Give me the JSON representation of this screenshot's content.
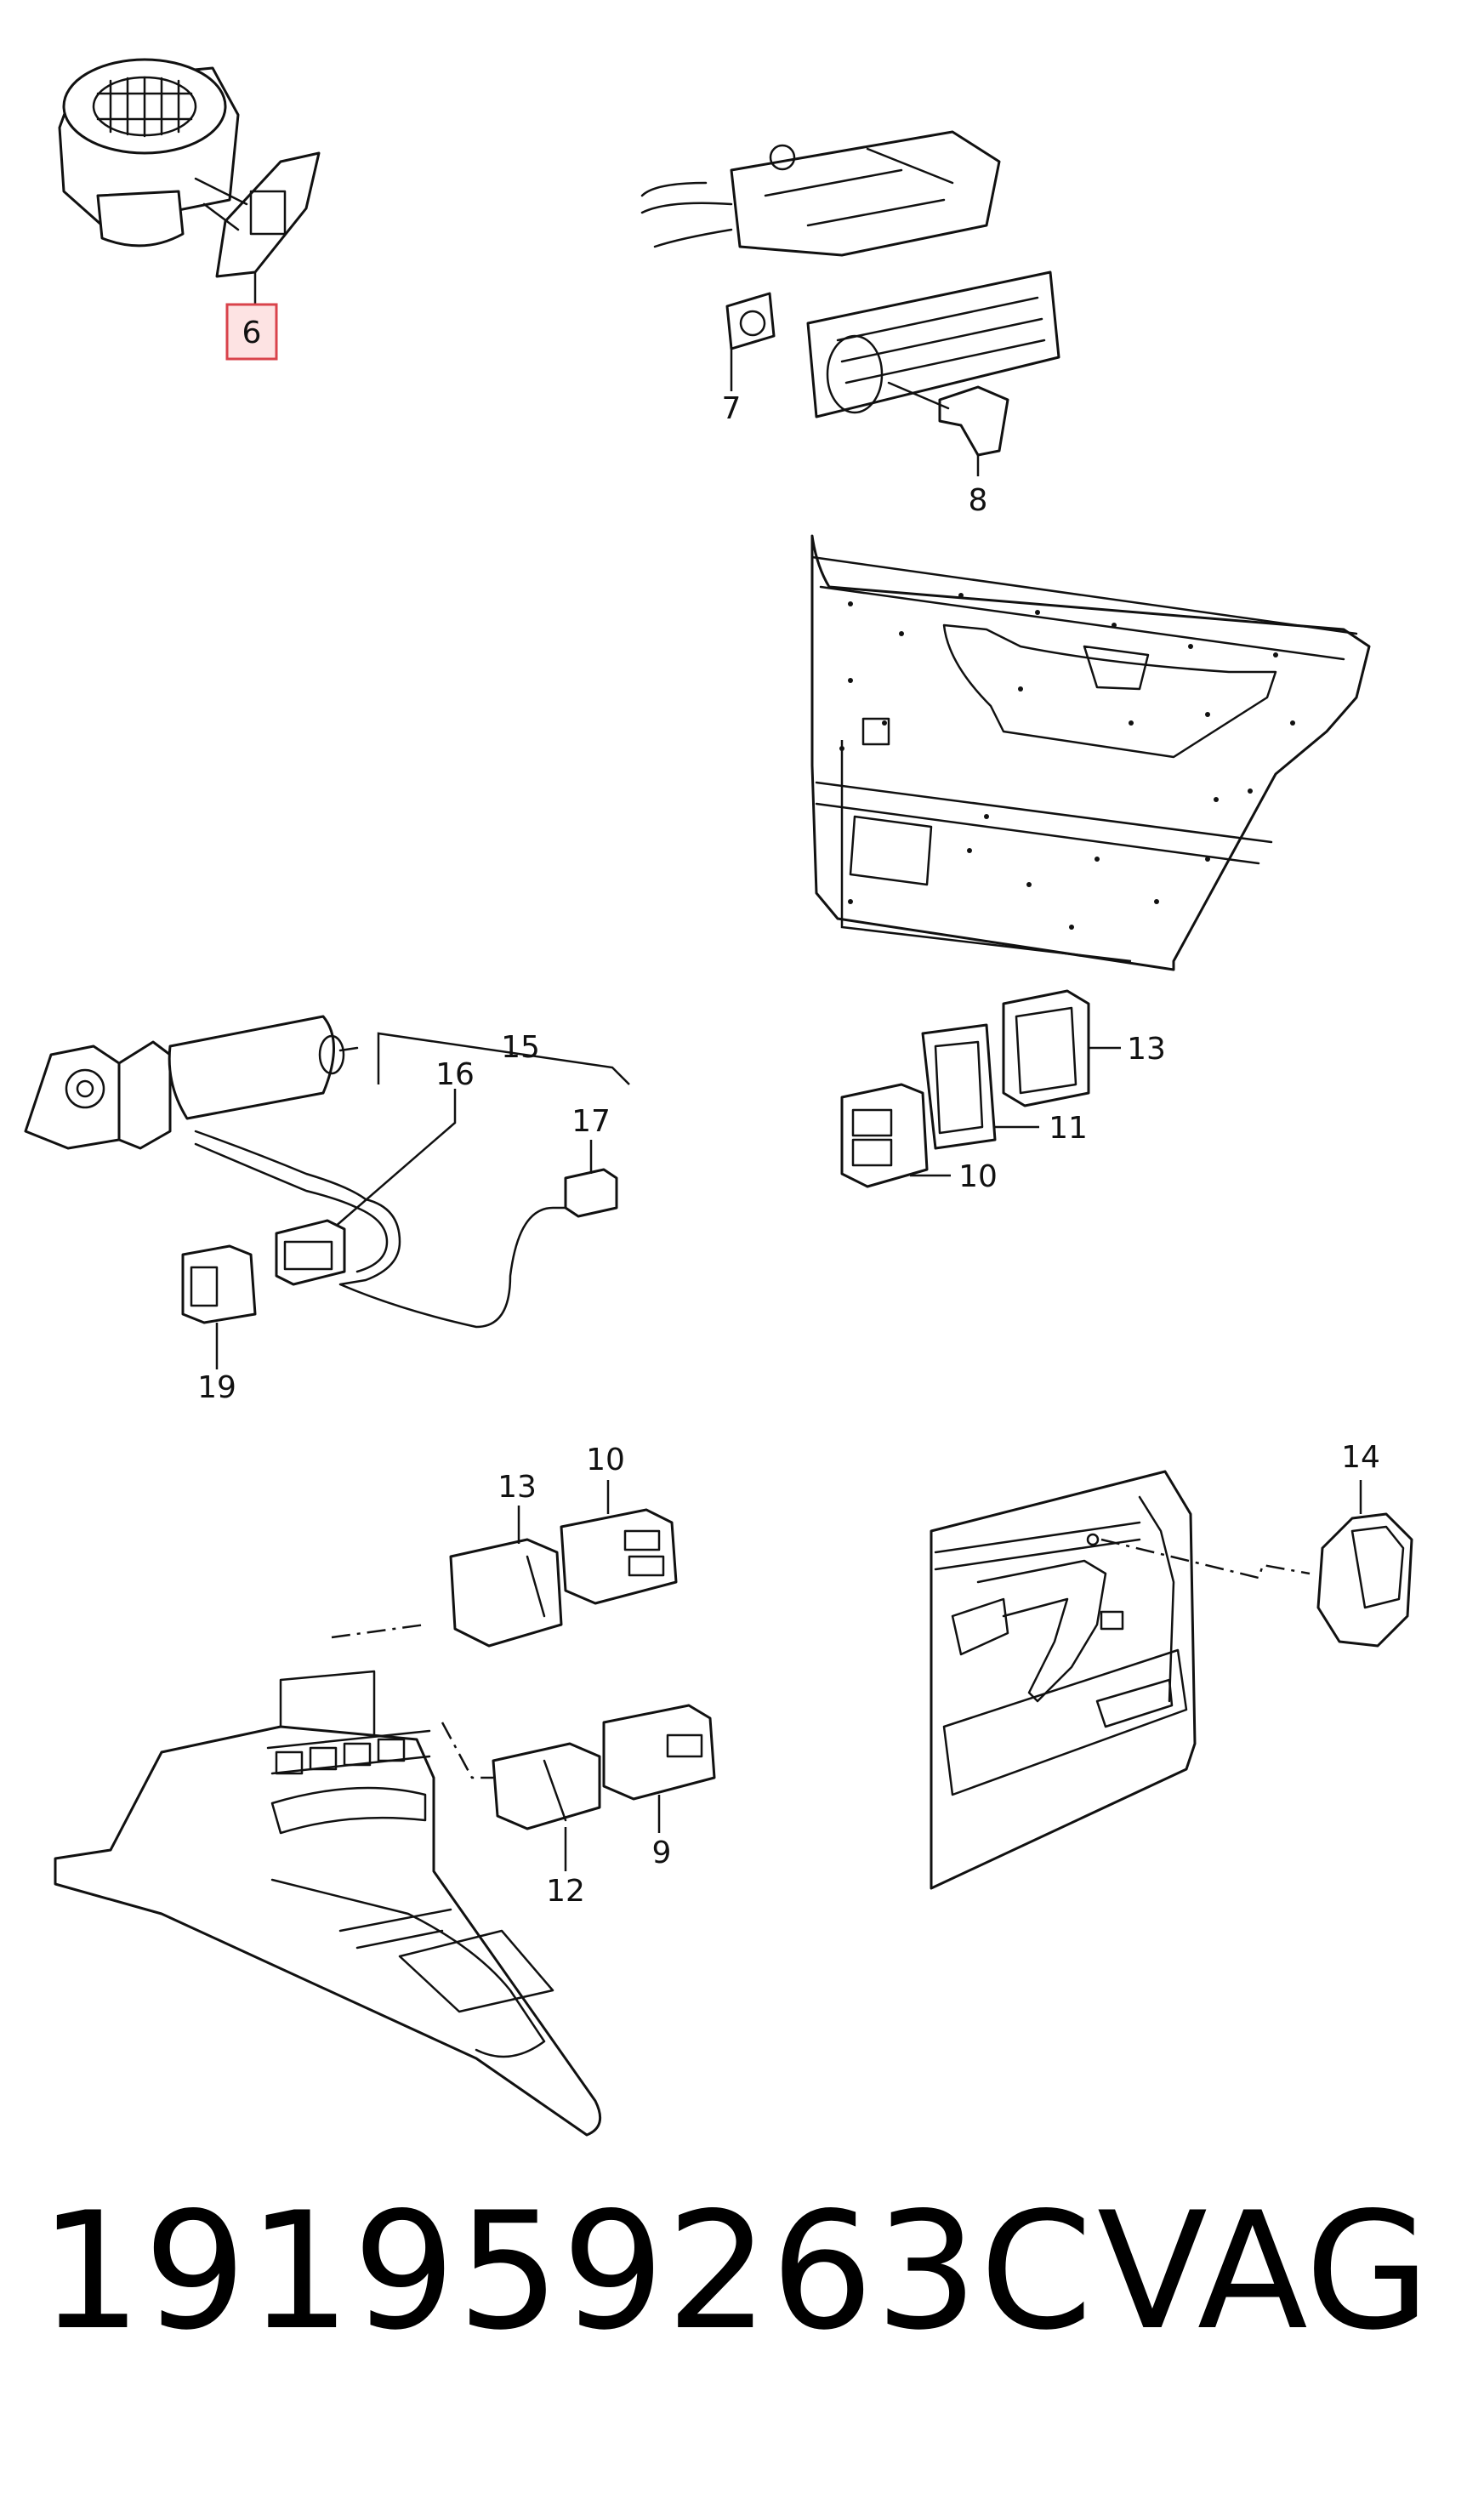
{
  "callouts": {
    "c6": "6",
    "c7": "7",
    "c8": "8",
    "c10a": "10",
    "c11": "11",
    "c13a": "13",
    "c15": "15",
    "c16": "16",
    "c17": "17",
    "c19": "19",
    "c13b": "13",
    "c10b": "10",
    "c12": "12",
    "c9": "9",
    "c14": "14"
  },
  "highlight": {
    "callout": "6",
    "color": "#d9434b",
    "fill": "#fde3e3"
  },
  "footer": {
    "part_number": "191959263C",
    "brand": "VAG"
  }
}
